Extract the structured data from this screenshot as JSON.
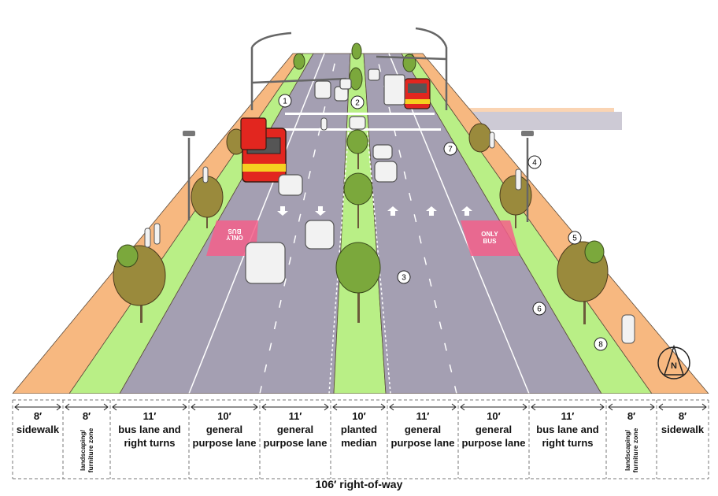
{
  "colors": {
    "sidewalk": "#f7b880",
    "landscaping": "#b9ef86",
    "road": "#a49fb2",
    "median": "#b9ef86",
    "bus_marking": "#f55f8a",
    "bus_body": "#e2261f",
    "bus_trim": "#f5d020",
    "tree_leaf": "#9a8a3c",
    "tree_leaf_green": "#7ba83c"
  },
  "callouts": [
    "1",
    "2",
    "3",
    "4",
    "5",
    "6",
    "7",
    "8"
  ],
  "pavement": {
    "bus_marking_text": "ONLY\nBUS"
  },
  "compass": {
    "label": "N"
  },
  "segments": [
    {
      "width_label": "8′",
      "name": "sidewalk",
      "vertical": false
    },
    {
      "width_label": "8′",
      "name": "landscaping/\nfurniture zone",
      "vertical": true
    },
    {
      "width_label": "11′",
      "name": "bus lane and\nright turns",
      "vertical": false
    },
    {
      "width_label": "10′",
      "name": "general\npurpose lane",
      "vertical": false
    },
    {
      "width_label": "11′",
      "name": "general\npurpose lane",
      "vertical": false
    },
    {
      "width_label": "10′",
      "name": "planted\nmedian",
      "vertical": false
    },
    {
      "width_label": "11′",
      "name": "general\npurpose lane",
      "vertical": false
    },
    {
      "width_label": "10′",
      "name": "general\npurpose lane",
      "vertical": false
    },
    {
      "width_label": "11′",
      "name": "bus lane and\nright turns",
      "vertical": false
    },
    {
      "width_label": "8′",
      "name": "landscaping/\nfurniture zone",
      "vertical": true
    },
    {
      "width_label": "8′",
      "name": "sidewalk",
      "vertical": false
    }
  ],
  "right_of_way": "106′ right-of-way"
}
